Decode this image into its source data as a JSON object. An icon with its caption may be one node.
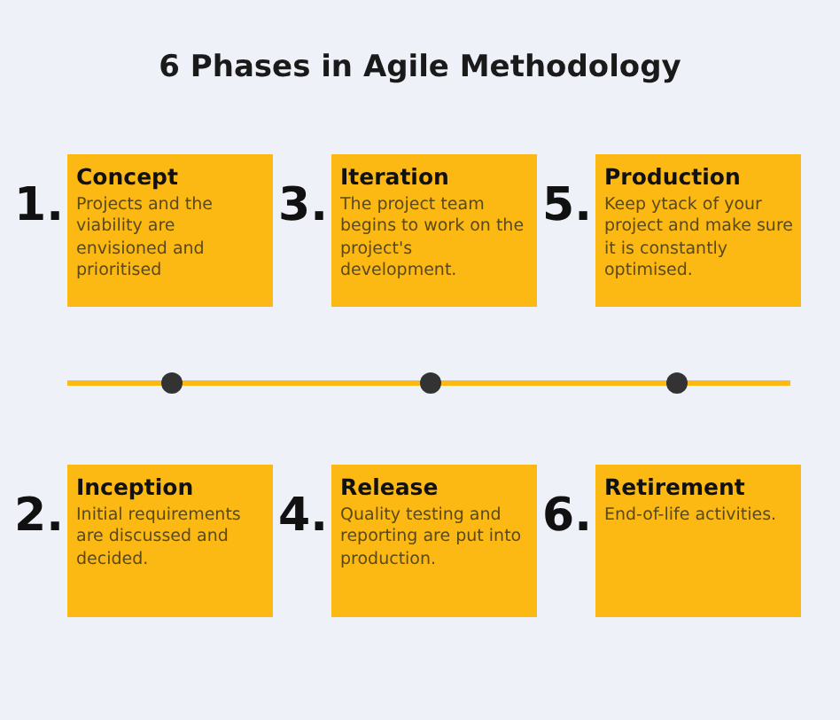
{
  "diagram": {
    "title": "6 Phases in Agile Methodology",
    "nodes": [
      {
        "text": [
          "Concept",
          "Projects and the viability are envisioned and prioritised"
        ],
        "beside": [
          "1."
        ]
      },
      {
        "text": [
          "Iteration",
          "The project team begins to work on the project's development."
        ],
        "beside": [
          "3."
        ]
      },
      {
        "text": [
          "Production",
          "Keep ytack of your project and make sure it is constantly optimised."
        ],
        "beside": [
          "5."
        ]
      },
      {
        "text": [
          "Inception",
          "Initial requirements are discussed and decided."
        ],
        "beside": [
          "2."
        ]
      },
      {
        "text": [
          "Release",
          "Quality testing and reporting are put into production."
        ],
        "beside": [
          "4."
        ]
      },
      {
        "text": [
          "Retirement",
          "End-of-life activities."
        ],
        "beside": [
          "6."
        ]
      }
    ]
  }
}
